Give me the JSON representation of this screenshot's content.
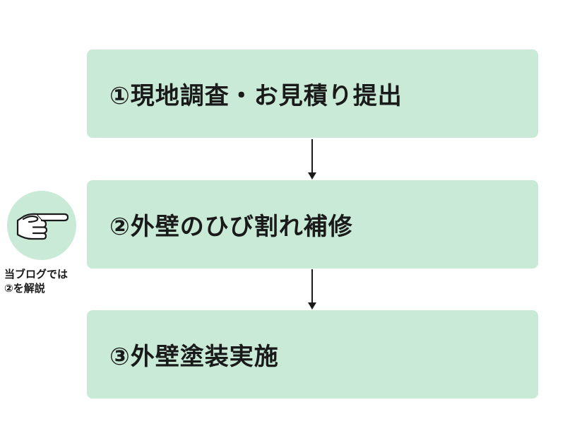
{
  "colors": {
    "step_background": "#c8ead6",
    "badge_background": "#c8ead6",
    "arrow": "#1a1a1a",
    "text": "#1a1a1a"
  },
  "steps": [
    {
      "label": "①現地調査・お見積り提出"
    },
    {
      "label": "②外壁のひび割れ補修"
    },
    {
      "label": "③外壁塗装実施"
    }
  ],
  "note": {
    "icon": "pointing-hand-icon",
    "line1": "当ブログでは",
    "line2": "②を解説"
  }
}
